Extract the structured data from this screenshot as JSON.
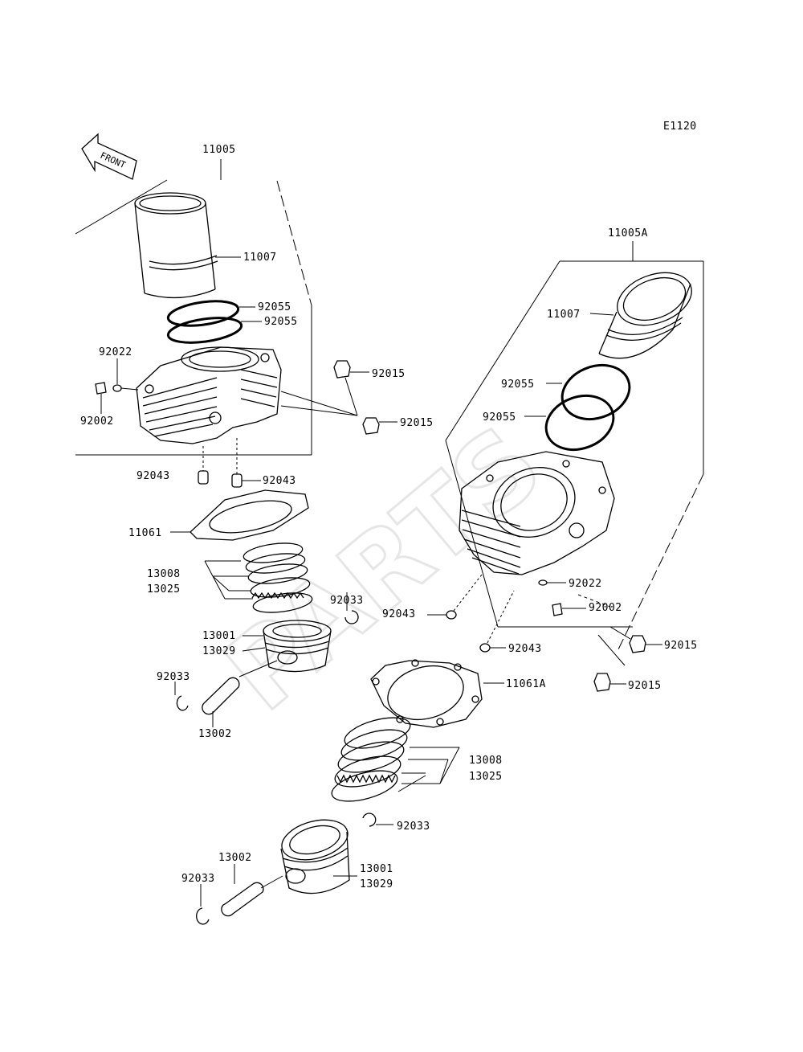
{
  "diagram_code": "E1120",
  "front_label": "FRONT",
  "watermark": "PARTS",
  "labels": {
    "l11005": "11005",
    "l11007a": "11007",
    "l92055a": "92055",
    "l92055b": "92055",
    "l92022a": "92022",
    "l92002a": "92002",
    "l92015a": "92015",
    "l92015b": "92015",
    "l92043a": "92043",
    "l92043b": "92043",
    "l11061": "11061",
    "l13008a": "13008",
    "l13025a": "13025",
    "l92033a": "92033",
    "l13001a": "13001",
    "l13029a": "13029",
    "l92033b": "92033",
    "l13002a": "13002",
    "l11005A": "11005A",
    "l11007b": "11007",
    "l92055c": "92055",
    "l92055d": "92055",
    "l92022b": "92022",
    "l92002b": "92002",
    "l92043c": "92043",
    "l92043d": "92043",
    "l92015c": "92015",
    "l92015d": "92015",
    "l11061A": "11061A",
    "l13008b": "13008",
    "l13025b": "13025",
    "l92033c": "92033",
    "l13002b": "13002",
    "l13001b": "13001",
    "l13029b": "13029",
    "l92033d": "92033"
  }
}
